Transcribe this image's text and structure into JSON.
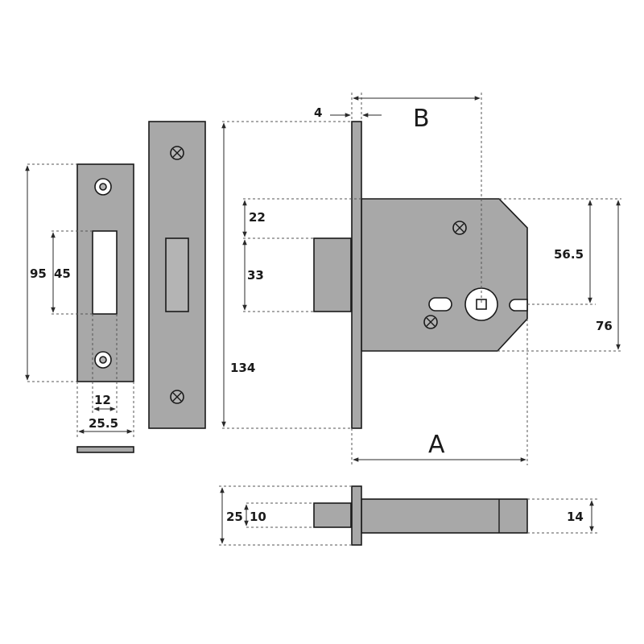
{
  "dimensions": {
    "strike_plate_height": "95",
    "strike_slot_height": "45",
    "strike_slot_width": "12",
    "strike_plate_width": "25.5",
    "forend_thickness": "4",
    "backset_label": "B",
    "top_to_bolt": "22",
    "bolt_height": "33",
    "overall_height": "134",
    "key_centre": "56.5",
    "case_height": "76",
    "case_depth_label": "A",
    "forend_width": "25",
    "bolt_width": "10",
    "case_thickness": "14"
  },
  "colors": {
    "metal": "#a8a8a8",
    "outline": "#1a1a1a",
    "background": "#ffffff"
  }
}
